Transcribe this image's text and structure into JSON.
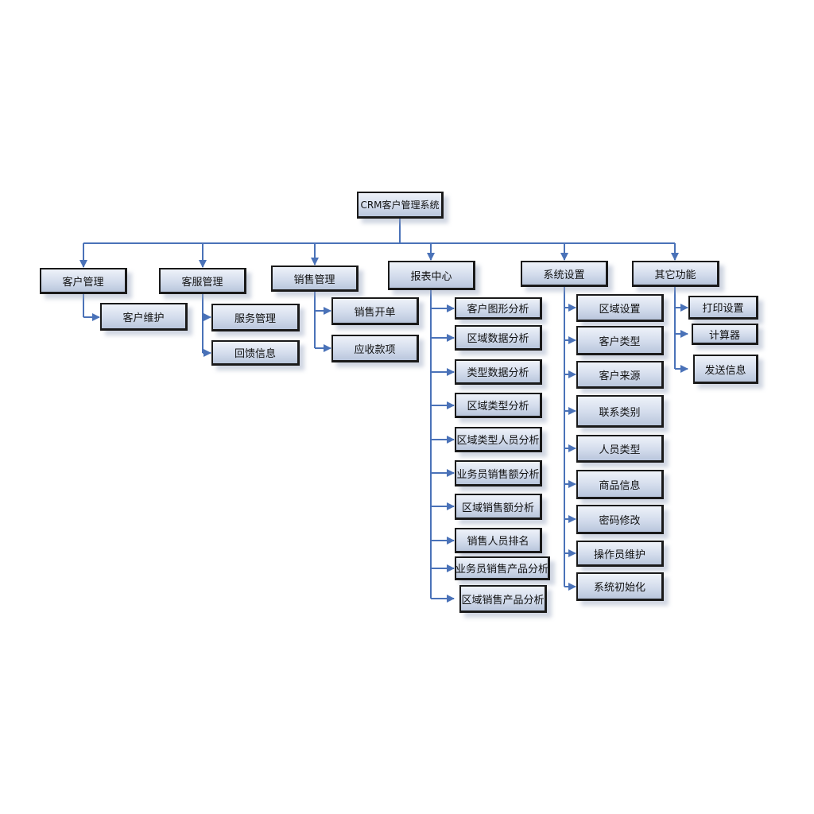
{
  "root": {
    "label": "CRM客户管理系统"
  },
  "categories": [
    {
      "label": "客户管理",
      "items": [
        "客户维护"
      ]
    },
    {
      "label": "客服管理",
      "items": [
        "服务管理",
        "回馈信息"
      ]
    },
    {
      "label": "销售管理",
      "items": [
        "销售开单",
        "应收款项"
      ]
    },
    {
      "label": "报表中心",
      "items": [
        "客户图形分析",
        "区域数据分析",
        "类型数据分析",
        "区域类型分析",
        "区域类型人员分析",
        "业务员销售额分析",
        "区域销售额分析",
        "销售人员排名",
        "业务员销售产品分析",
        "区域销售产品分析"
      ]
    },
    {
      "label": "系统设置",
      "items": [
        "区域设置",
        "客户类型",
        "客户来源",
        "联系类别",
        "人员类型",
        "商品信息",
        "密码修改",
        "操作员维护",
        "系统初始化"
      ]
    },
    {
      "label": "其它功能",
      "items": [
        "打印设置",
        "计算器",
        "发送信息"
      ]
    }
  ],
  "colors": {
    "connector": "#4a72b8",
    "border": "#1a1a1a",
    "fill_top": "#eef2f9",
    "fill_bottom": "#b9c6dc"
  }
}
